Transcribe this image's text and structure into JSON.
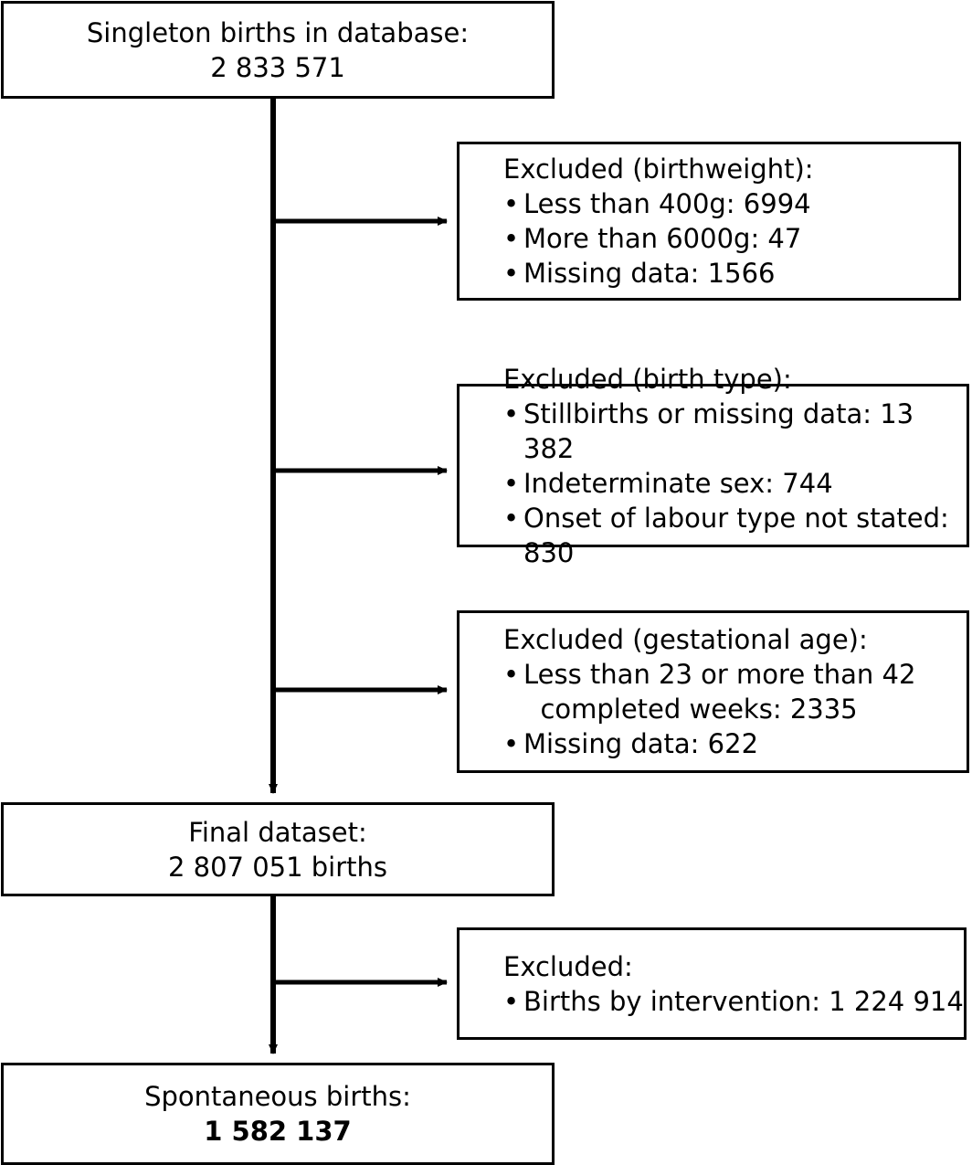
{
  "figure": {
    "type": "flowchart",
    "orientation": "top-to-bottom with right-side exclusion branches",
    "nodes": {
      "source": {
        "title": "Singleton births in database:",
        "value": "2 833 571"
      },
      "excluded_birthweight": {
        "heading": "Excluded (birthweight):",
        "items": [
          "Less than 400g: 6994",
          "More than 6000g: 47",
          "Missing data: 1566"
        ]
      },
      "excluded_birth_type": {
        "heading": "Excluded (birth type):",
        "items": [
          "Stillbirths or missing data: 13 382",
          "Indeterminate sex: 744",
          "Onset of labour type not stated: 830"
        ]
      },
      "excluded_gestational_age": {
        "heading": "Excluded (gestational age):",
        "items": [
          "Less than 23 or more than 42\n  completed weeks: 2335",
          "Missing data: 622"
        ]
      },
      "final_dataset": {
        "title": "Final dataset:",
        "value": "2 807 051 births"
      },
      "excluded_intervention": {
        "heading": "Excluded:",
        "items": [
          "Births by intervention: 1 224 914"
        ]
      },
      "spontaneous_births": {
        "title": "Spontaneous births:",
        "value": "1 582 137"
      }
    },
    "colors": {
      "stroke": "#000000",
      "background": "#ffffff",
      "text": "#000000"
    }
  }
}
